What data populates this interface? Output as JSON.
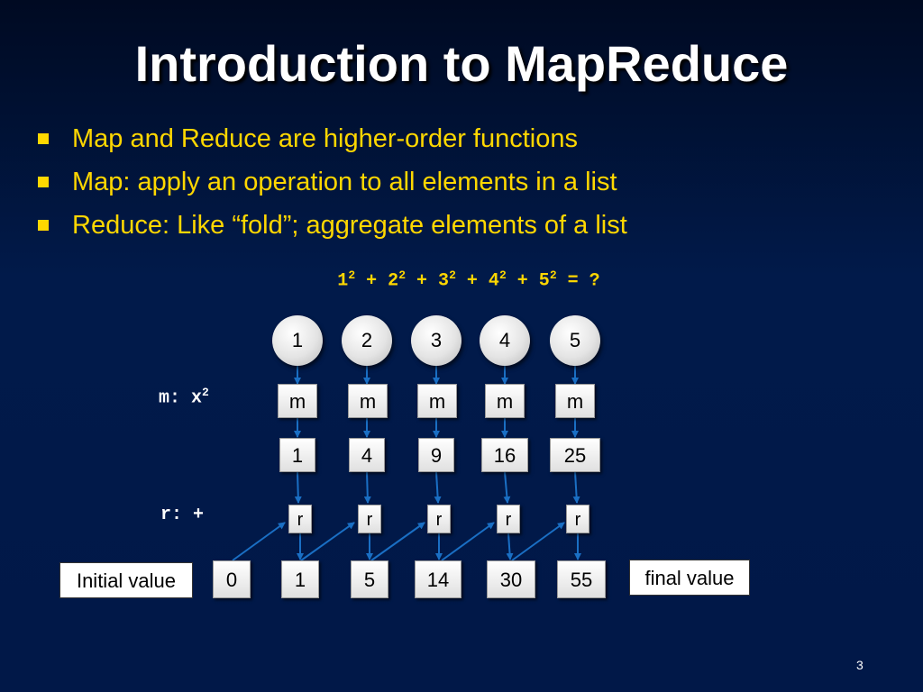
{
  "title": "Introduction to MapReduce",
  "bullets": [
    "Map and Reduce are higher-order functions",
    "Map: apply an operation to all elements in a list",
    "Reduce: Like “fold”; aggregate elements of a list"
  ],
  "equation": {
    "terms": [
      "1",
      "2",
      "3",
      "4",
      "5"
    ],
    "exponent": "2",
    "plus": "+",
    "equals": "=",
    "result": "?"
  },
  "diagram": {
    "inputs": [
      "1",
      "2",
      "3",
      "4",
      "5"
    ],
    "map_label": "m:",
    "map_fn": "x",
    "map_exp": "2",
    "map_node": "m",
    "mapped": [
      "1",
      "4",
      "9",
      "16",
      "25"
    ],
    "reduce_label": "r: +",
    "reduce_node": "r",
    "initial_value": "0",
    "accumulated": [
      "1",
      "5",
      "14",
      "30",
      "55"
    ],
    "initial_value_label": "Initial value",
    "final_value_label": "final value"
  },
  "page_number": "3",
  "colors": {
    "title": "#ffffff",
    "bullet_text": "#ffd700",
    "arrow": "#1a6fc4",
    "background": "#011848"
  }
}
